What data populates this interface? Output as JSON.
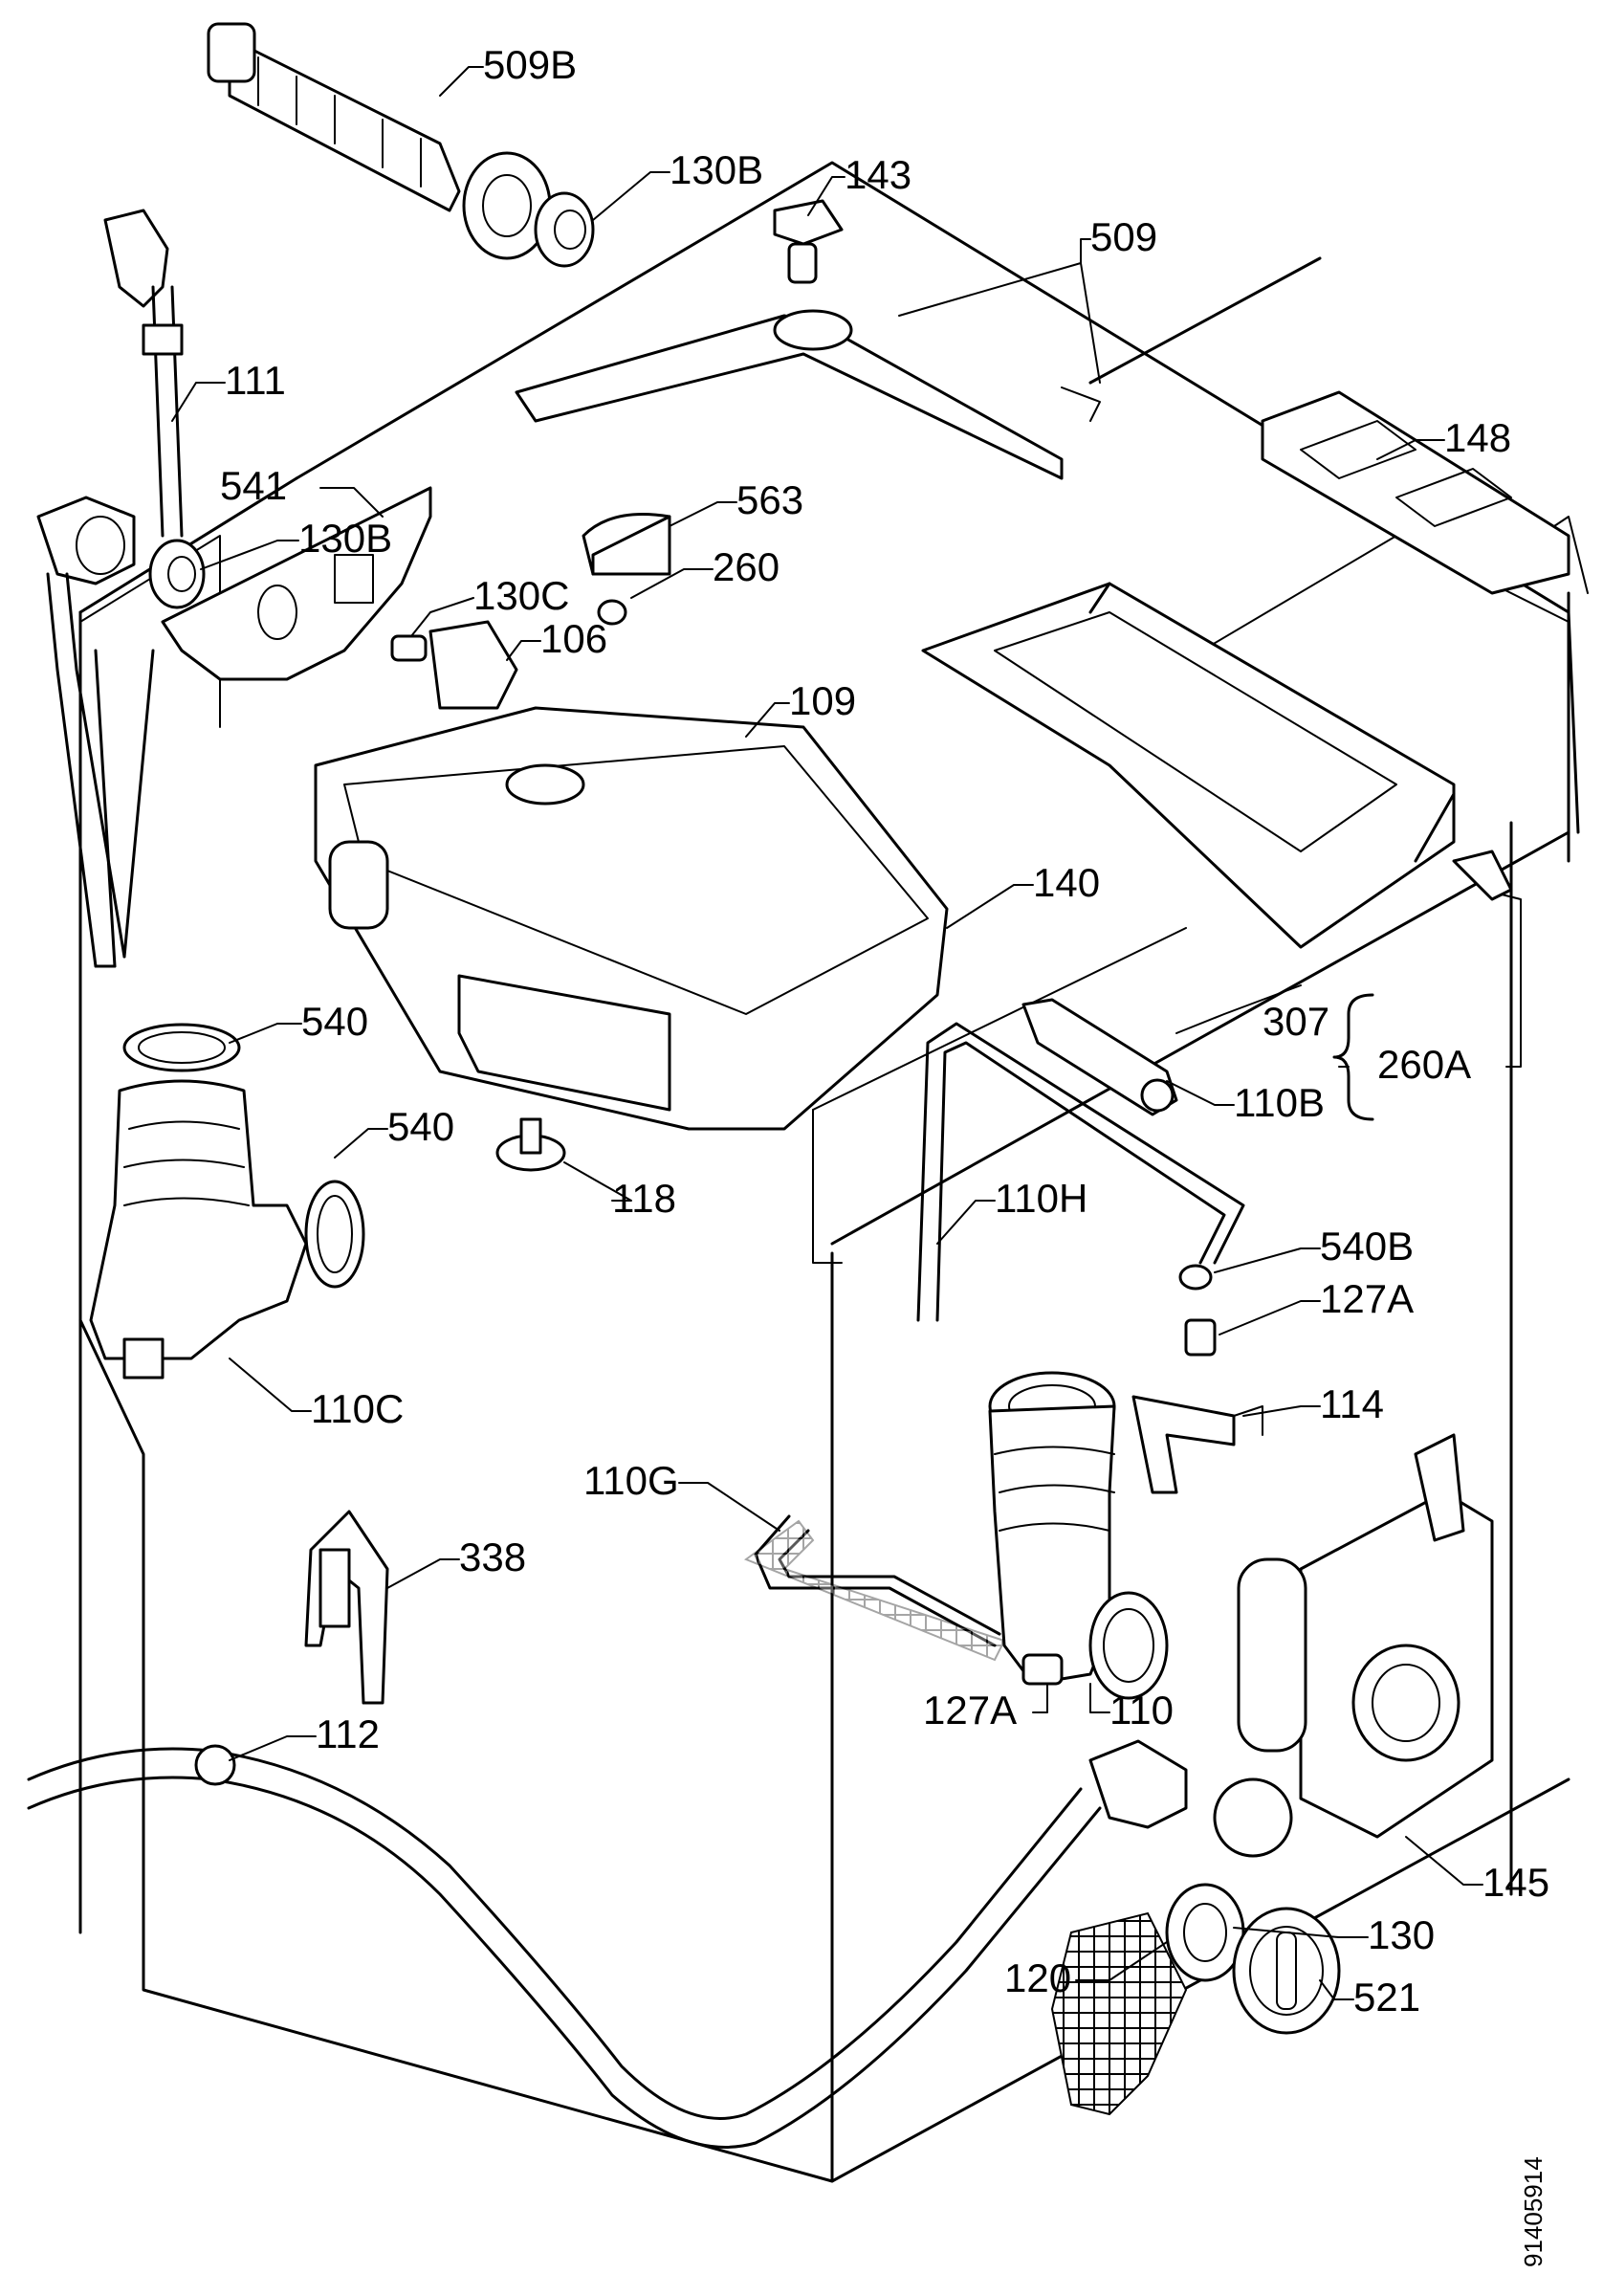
{
  "diagram": {
    "document_number": "91405914",
    "parts": [
      {
        "id": "p509b",
        "label": "509B"
      },
      {
        "id": "p130b-top",
        "label": "130B"
      },
      {
        "id": "p143",
        "label": "143"
      },
      {
        "id": "p509",
        "label": "509"
      },
      {
        "id": "p111",
        "label": "111"
      },
      {
        "id": "p148",
        "label": "148"
      },
      {
        "id": "p541",
        "label": "541"
      },
      {
        "id": "p563",
        "label": "563"
      },
      {
        "id": "p130b-mid",
        "label": "130B"
      },
      {
        "id": "p260",
        "label": "260"
      },
      {
        "id": "p130c",
        "label": "130C"
      },
      {
        "id": "p106",
        "label": "106"
      },
      {
        "id": "p109",
        "label": "109"
      },
      {
        "id": "p140",
        "label": "140"
      },
      {
        "id": "p540-a",
        "label": "540"
      },
      {
        "id": "p307",
        "label": "307"
      },
      {
        "id": "p260a",
        "label": "260A"
      },
      {
        "id": "p540-b",
        "label": "540"
      },
      {
        "id": "p110b",
        "label": "110B"
      },
      {
        "id": "p118",
        "label": "118"
      },
      {
        "id": "p110h",
        "label": "110H"
      },
      {
        "id": "p540b",
        "label": "540B"
      },
      {
        "id": "p127a-right",
        "label": "127A"
      },
      {
        "id": "p110c",
        "label": "110C"
      },
      {
        "id": "p114",
        "label": "114"
      },
      {
        "id": "p110g",
        "label": "110G"
      },
      {
        "id": "p338",
        "label": "338"
      },
      {
        "id": "p127a-left",
        "label": "127A"
      },
      {
        "id": "p110",
        "label": "110"
      },
      {
        "id": "p112",
        "label": "112"
      },
      {
        "id": "p145",
        "label": "145"
      },
      {
        "id": "p130",
        "label": "130"
      },
      {
        "id": "p120",
        "label": "120"
      },
      {
        "id": "p521",
        "label": "521"
      }
    ]
  }
}
